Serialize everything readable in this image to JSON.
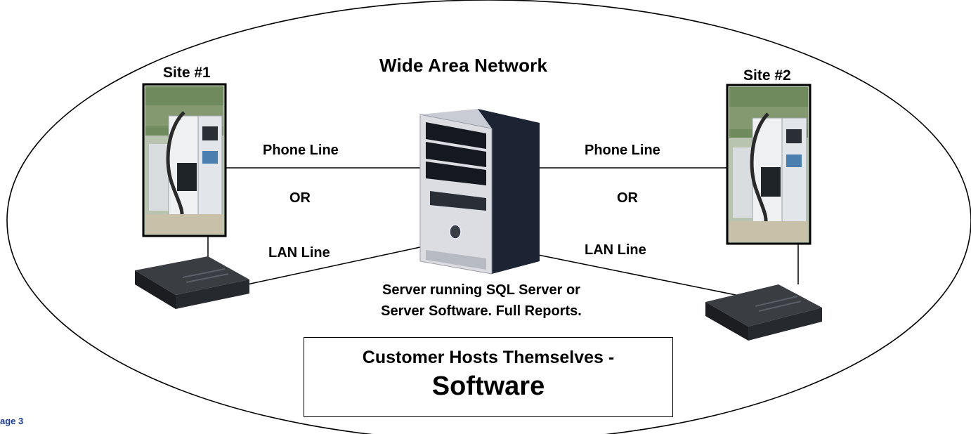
{
  "diagram": {
    "title": "Wide Area Network",
    "site1_label": "Site #1",
    "site2_label": "Site #2",
    "left_phone_label": "Phone Line",
    "left_or_label": "OR",
    "left_lan_label": "LAN Line",
    "right_phone_label": "Phone Line",
    "right_or_label": "OR",
    "right_lan_label": "LAN Line",
    "server_caption_line1": "Server running SQL Server or",
    "server_caption_line2": "Server Software. Full Reports.",
    "host_box_line1": "Customer Hosts Themselves -",
    "host_box_line2": "Software",
    "page_label": "age 3",
    "icons": [
      "fuel-pump-photo",
      "fuel-pump-photo",
      "server-tower",
      "router",
      "router"
    ],
    "colors": {
      "line": "#000000",
      "page_label": "#1a3a8c"
    }
  }
}
